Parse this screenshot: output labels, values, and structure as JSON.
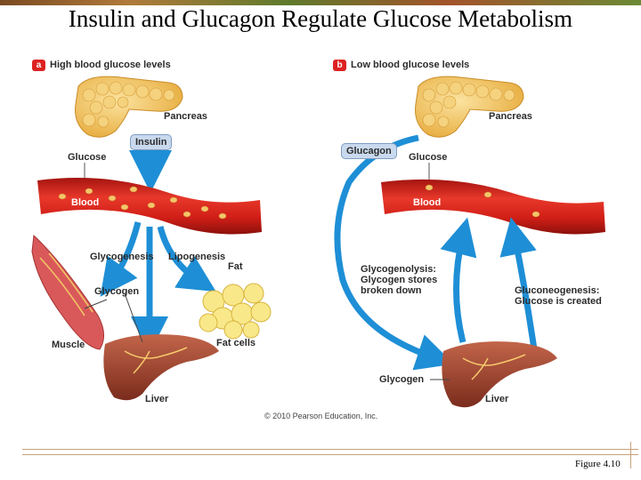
{
  "title": "Insulin and Glucagon Regulate Glucose Metabolism",
  "panel_a": {
    "letter": "a",
    "heading": "High blood glucose levels",
    "labels": {
      "pancreas": "Pancreas",
      "insulin": "Insulin",
      "glucose": "Glucose",
      "blood": "Blood",
      "glycogenesis": "Glycogenesis",
      "lipogenesis": "Lipogenesis",
      "fat": "Fat",
      "glycogen": "Glycogen",
      "muscle": "Muscle",
      "fat_cells": "Fat cells",
      "liver": "Liver"
    }
  },
  "panel_b": {
    "letter": "b",
    "heading": "Low blood glucose levels",
    "labels": {
      "pancreas": "Pancreas",
      "glucagon": "Glucagon",
      "glucose": "Glucose",
      "blood": "Blood",
      "glycogenolysis": "Glycogenolysis: Glycogen stores broken down",
      "gluconeogenesis": "Gluconeogenesis: Glucose is created",
      "glycogen": "Glycogen",
      "liver": "Liver"
    }
  },
  "copyright": "© 2010 Pearson Education, Inc.",
  "figure_number": "Figure 4.10",
  "colors": {
    "pancreas": "#f2c25a",
    "vessel": "#d8221c",
    "arrow": "#1e8fd6",
    "liver": "#a5452f",
    "muscle": "#d9595a",
    "fat": "#f7e37a",
    "label_box": "#c9d9ee"
  }
}
